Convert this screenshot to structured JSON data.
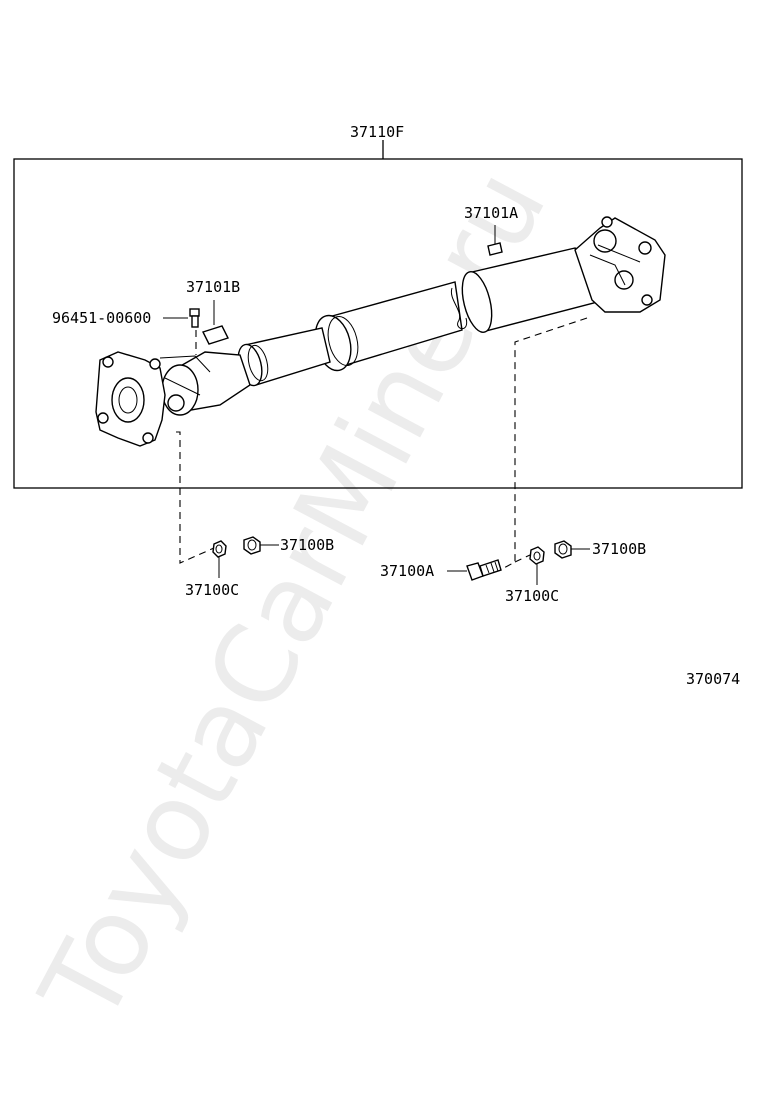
{
  "watermark": "ToyotaCarMine.ru",
  "diagram_code": "370074",
  "labels": {
    "assembly": "37110F",
    "balance_weight_a": "37101A",
    "balance_weight_b": "37101B",
    "grease_fitting": "96451-00600",
    "nut_b_left": "37100B",
    "nut_c_left": "37100C",
    "bolt_a": "37100A",
    "nut_c_right": "37100C",
    "nut_b_right": "37100B"
  }
}
